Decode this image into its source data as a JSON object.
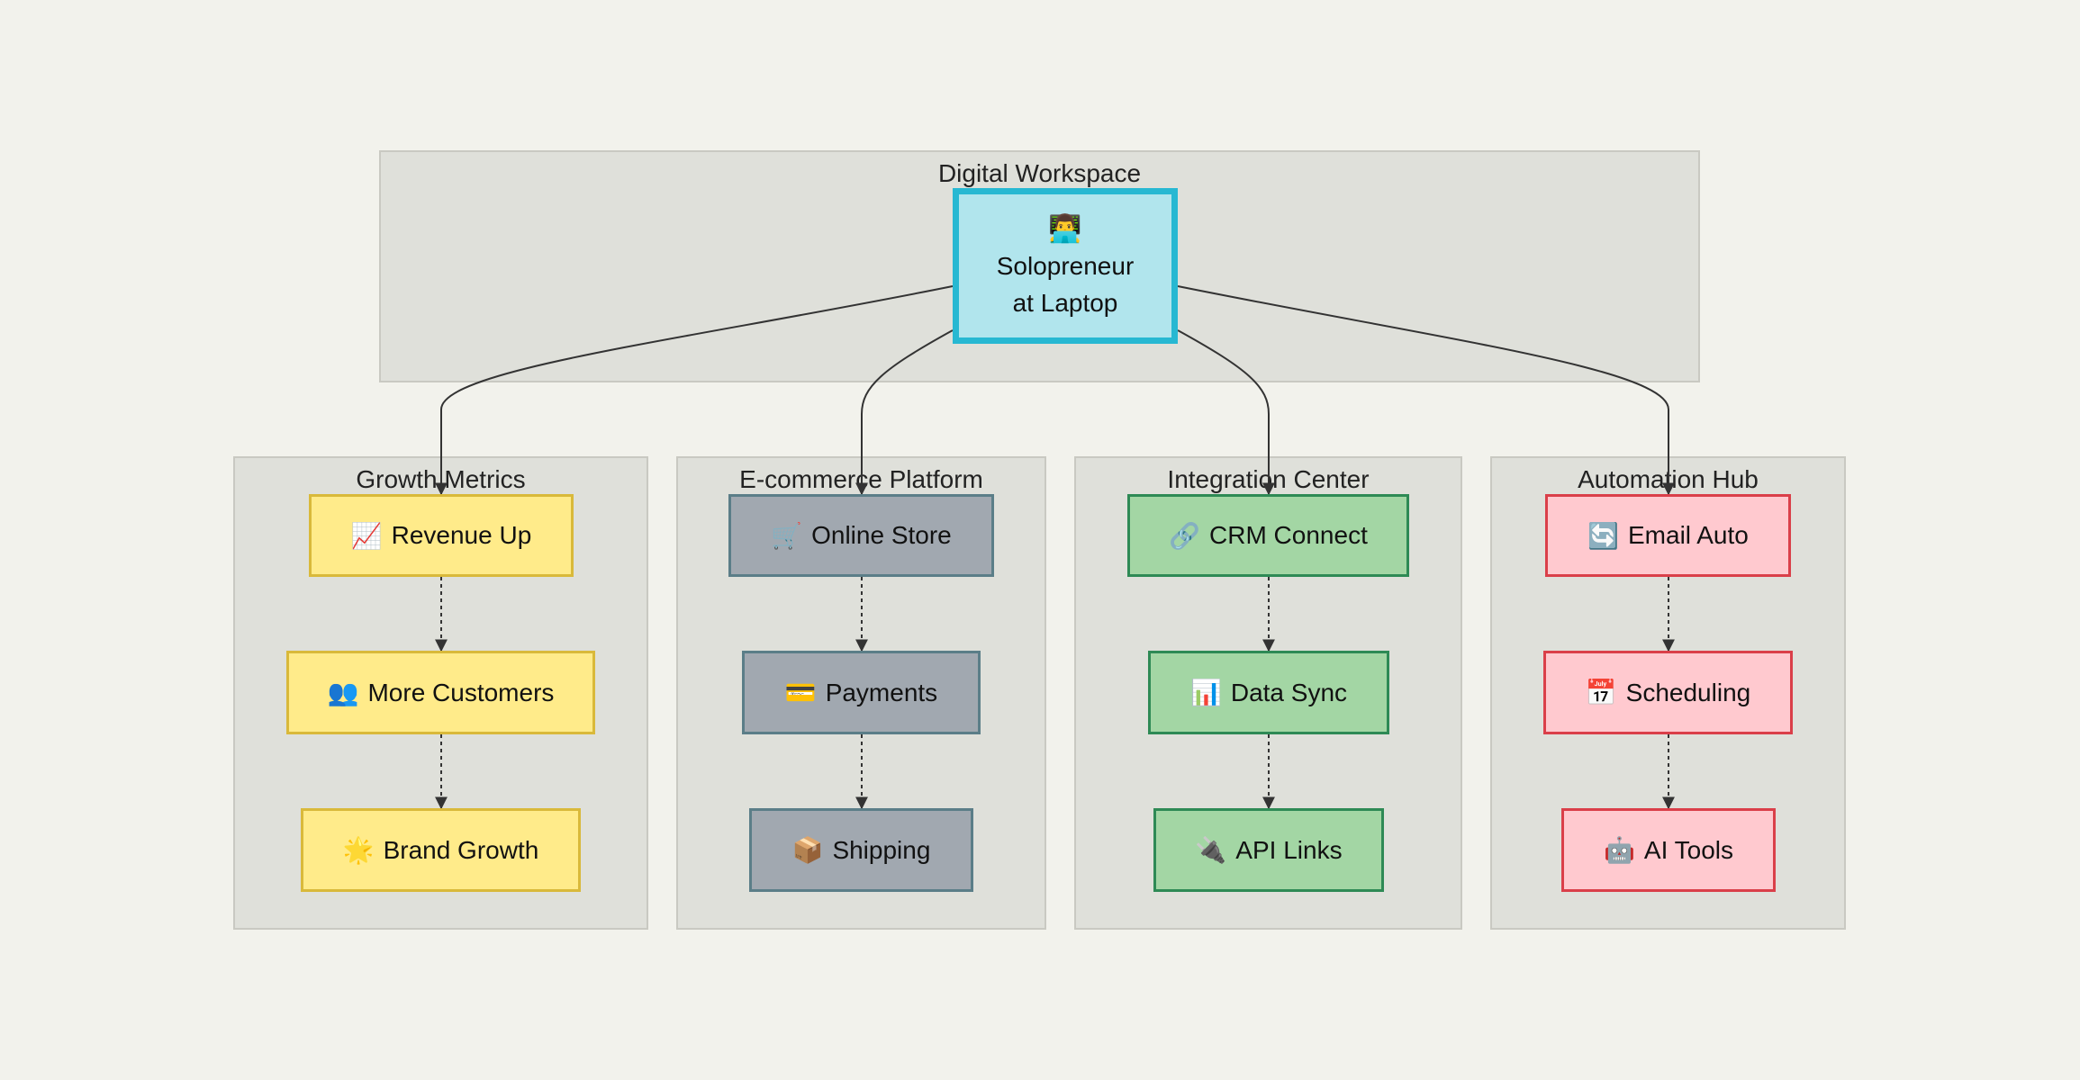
{
  "workspace": {
    "title": "Digital Workspace",
    "root": {
      "icon": "👨‍💻",
      "line1": "Solopreneur",
      "line2": "at Laptop"
    }
  },
  "groups": [
    {
      "title": "Growth Metrics",
      "color": "#ffeb8a",
      "nodes": [
        {
          "icon": "📈",
          "label": "Revenue Up"
        },
        {
          "icon": "👥",
          "label": "More Customers"
        },
        {
          "icon": "🌟",
          "label": "Brand Growth"
        }
      ]
    },
    {
      "title": "E-commerce Platform",
      "color": "#a1a8b0",
      "nodes": [
        {
          "icon": "🛒",
          "label": "Online Store"
        },
        {
          "icon": "💳",
          "label": "Payments"
        },
        {
          "icon": "📦",
          "label": "Shipping"
        }
      ]
    },
    {
      "title": "Integration Center",
      "color": "#a3d6a4",
      "nodes": [
        {
          "icon": "🔗",
          "label": "CRM Connect"
        },
        {
          "icon": "📊",
          "label": "Data Sync"
        },
        {
          "icon": "🔌",
          "label": "API Links"
        }
      ]
    },
    {
      "title": "Automation Hub",
      "color": "#ffc9cf",
      "nodes": [
        {
          "icon": "🔄",
          "label": "Email Auto"
        },
        {
          "icon": "📅",
          "label": "Scheduling"
        },
        {
          "icon": "🤖",
          "label": "AI Tools"
        }
      ]
    }
  ]
}
